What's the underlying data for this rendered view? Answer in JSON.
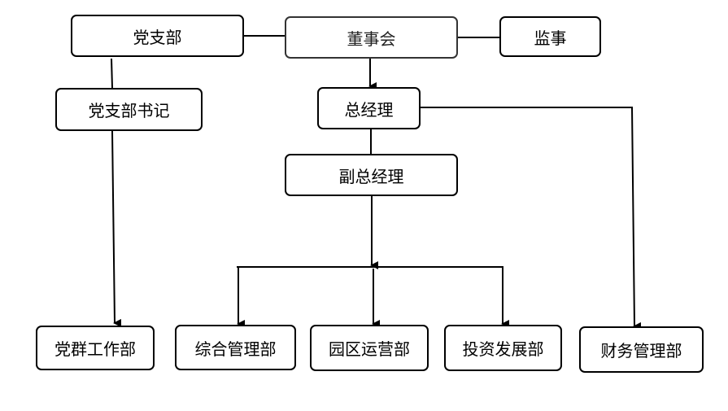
{
  "org_chart": {
    "nodes": {
      "party_branch": "党支部",
      "board": "董事会",
      "supervisor": "监事",
      "party_secretary": "党支部书记",
      "general_manager": "总经理",
      "deputy_general_manager": "副总经理",
      "party_mass_work_dept": "党群工作部",
      "general_management_dept": "综合管理部",
      "park_operations_dept": "园区运营部",
      "investment_development_dept": "投资发展部",
      "finance_management_dept": "财务管理部"
    },
    "links": [
      {
        "from": "party_branch",
        "to": "board",
        "arrow": false
      },
      {
        "from": "board",
        "to": "supervisor",
        "arrow": false
      },
      {
        "from": "party_branch",
        "to": "party_secretary",
        "arrow": false
      },
      {
        "from": "party_secretary",
        "to": "party_mass_work_dept",
        "arrow": true
      },
      {
        "from": "board",
        "to": "general_manager",
        "arrow": true
      },
      {
        "from": "general_manager",
        "to": "deputy_general_manager",
        "arrow": false
      },
      {
        "from": "general_manager",
        "to": "finance_management_dept",
        "arrow": true
      },
      {
        "from": "deputy_general_manager",
        "to": "general_management_dept",
        "arrow": true
      },
      {
        "from": "deputy_general_manager",
        "to": "park_operations_dept",
        "arrow": true
      },
      {
        "from": "deputy_general_manager",
        "to": "investment_development_dept",
        "arrow": true
      }
    ]
  }
}
